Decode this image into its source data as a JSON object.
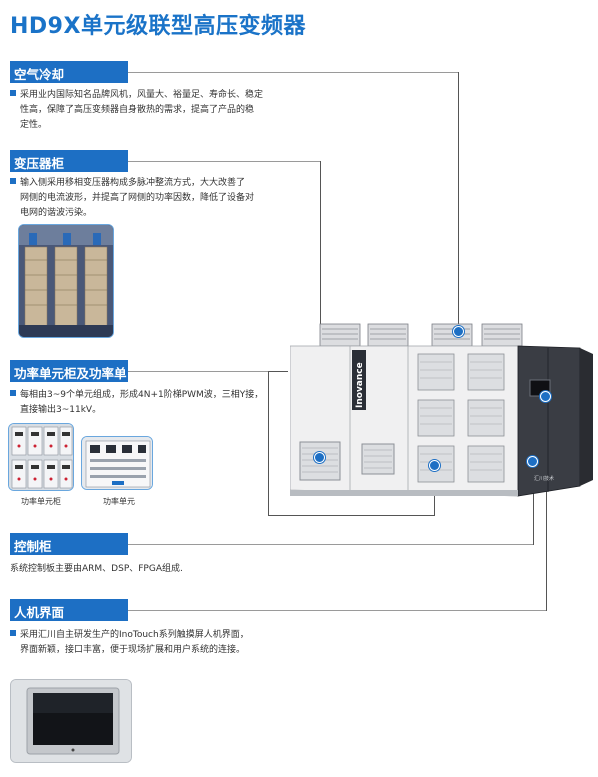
{
  "title": "HD9X单元级联型高压变频器",
  "sections": [
    {
      "heading": "空气冷却",
      "lines": [
        "采用业内国际知名品牌风机，风量大、裕量足、寿命长、稳定",
        "性高，保障了高压变频器自身散热的需求，提高了产品的稳",
        "定性。"
      ]
    },
    {
      "heading": "变压器柜",
      "lines": [
        "输入侧采用移相变压器构成多脉冲整流方式，大大改善了",
        "网侧的电流波形，并提高了网侧的功率因数，降低了设备对",
        "电网的谐波污染。"
      ]
    },
    {
      "heading": "功率单元柜及功率单元",
      "lines": [
        "每相由3~9个单元组成，形成4N+1阶梯PWM波，三相Y接，",
        "直接输出3~11kV。"
      ]
    },
    {
      "heading": "控制柜",
      "lines": [
        "系统控制板主要由ARM、DSP、FPGA组成."
      ]
    },
    {
      "heading": "人机界面",
      "lines": [
        "采用汇川自主研发生产的InoTouch系列触摸屏人机界面，",
        "界面新颖，接口丰富，便于现场扩展和用户系统的连接。"
      ]
    }
  ],
  "captions": {
    "power_cabinet": "功率单元柜",
    "power_unit": "功率单元"
  },
  "brand": {
    "name": "Inovance",
    "small_logo": "汇川技术"
  },
  "colors": {
    "accent": "#1d6fc4",
    "title": "#1a73c8"
  }
}
